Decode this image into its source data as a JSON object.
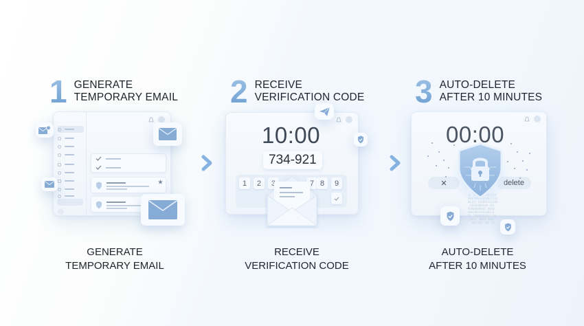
{
  "steps": [
    {
      "number": "1",
      "title_line1": "GENERATE",
      "title_line2": "TEMPORARY EMAIL",
      "caption_line1": "GENERATE",
      "caption_line2": "TEMPORARY EMAIL",
      "illustration": "email-inbox-window",
      "icons": [
        "envelope-badge-icon",
        "envelope-icon",
        "bell-icon",
        "shield-icon",
        "checkmark-icon",
        "star-icon"
      ]
    },
    {
      "number": "2",
      "title_line1": "RECEIVE",
      "title_line2": "VERIFICATION CODE",
      "caption_line1": "RECEIVE",
      "caption_line2": "VERIFICATION CODE",
      "timer": "10:00",
      "code": "734-921",
      "keypad_keys": [
        "1",
        "2",
        "3",
        "7",
        "8",
        "9"
      ],
      "icons": [
        "paper-plane-icon",
        "shield-check-icon",
        "open-envelope-icon",
        "checkmark-icon"
      ]
    },
    {
      "number": "3",
      "title_line1": "AUTO-DELETE",
      "title_line2": "AFTER 10 MINUTES",
      "caption_line1": "AUTO-DELETE",
      "caption_line2": "AFTER 10 MINUTES",
      "timer": "00:00",
      "cancel_label": "✕",
      "delete_label": "delete",
      "icons": [
        "shield-lock-icon",
        "shield-check-icon"
      ]
    }
  ],
  "colors": {
    "accent": "#7aa7d6",
    "accent_light": "#a9c8ea",
    "text": "#1f2630",
    "card_bg": "#f5f9fe"
  }
}
